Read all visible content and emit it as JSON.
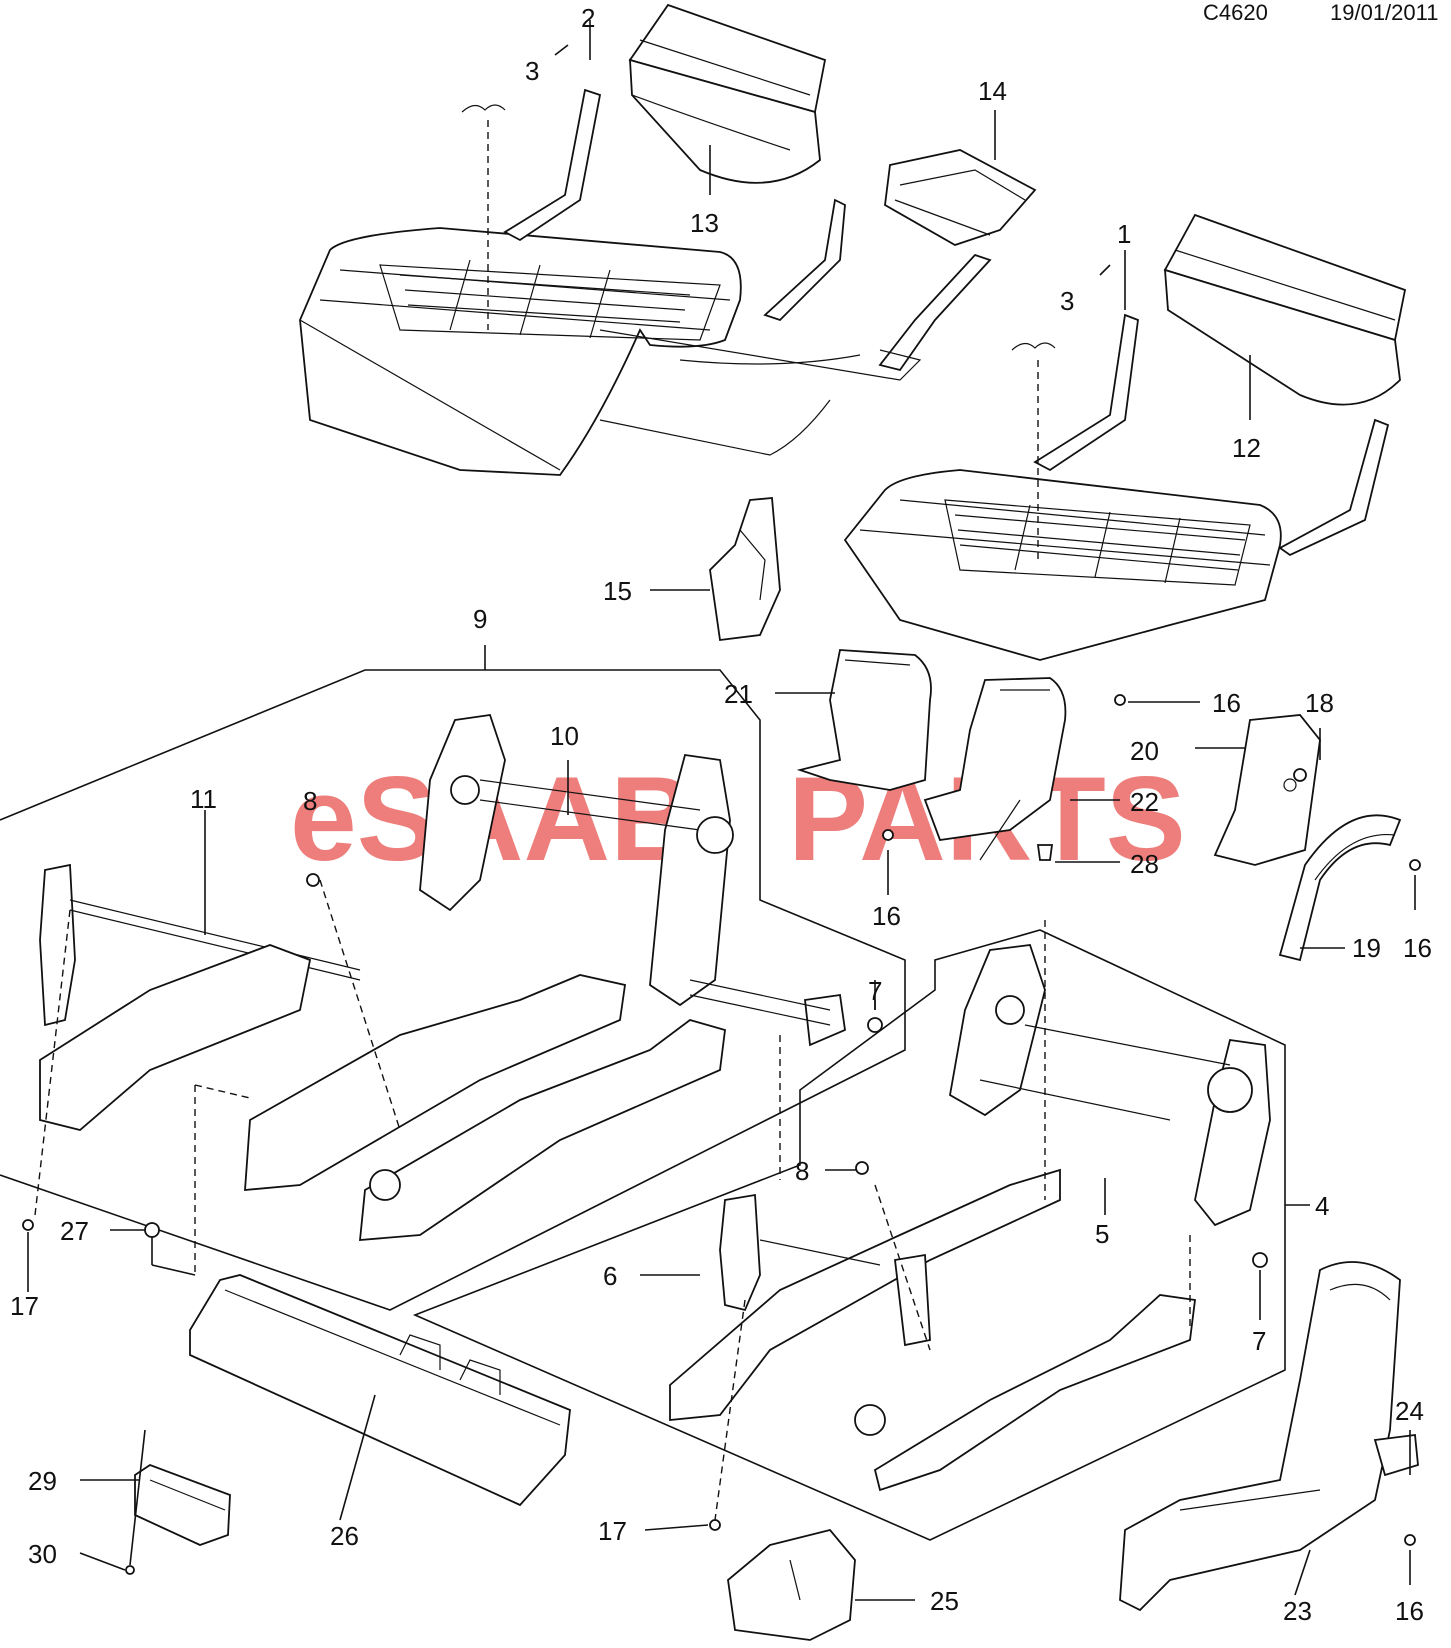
{
  "header": {
    "code": "C4620",
    "date": "19/01/2011"
  },
  "watermark": {
    "prefix": "eSAAB",
    "suffix": "PARTS",
    "color": "#e8534f"
  },
  "callouts": {
    "c1": "1",
    "c2": "2",
    "c3a": "3",
    "c3b": "3",
    "c4": "4",
    "c5": "5",
    "c6": "6",
    "c7a": "7",
    "c7b": "7",
    "c8a": "8",
    "c8b": "8",
    "c9": "9",
    "c10": "10",
    "c11": "11",
    "c12": "12",
    "c13": "13",
    "c14": "14",
    "c15": "15",
    "c16a": "16",
    "c16b": "16",
    "c16c": "16",
    "c16d": "16",
    "c17a": "17",
    "c17b": "17",
    "c18": "18",
    "c19": "19",
    "c20": "20",
    "c21": "21",
    "c22": "22",
    "c23": "23",
    "c24": "24",
    "c25": "25",
    "c26": "26",
    "c27": "27",
    "c28": "28",
    "c29": "29",
    "c30": "30"
  }
}
